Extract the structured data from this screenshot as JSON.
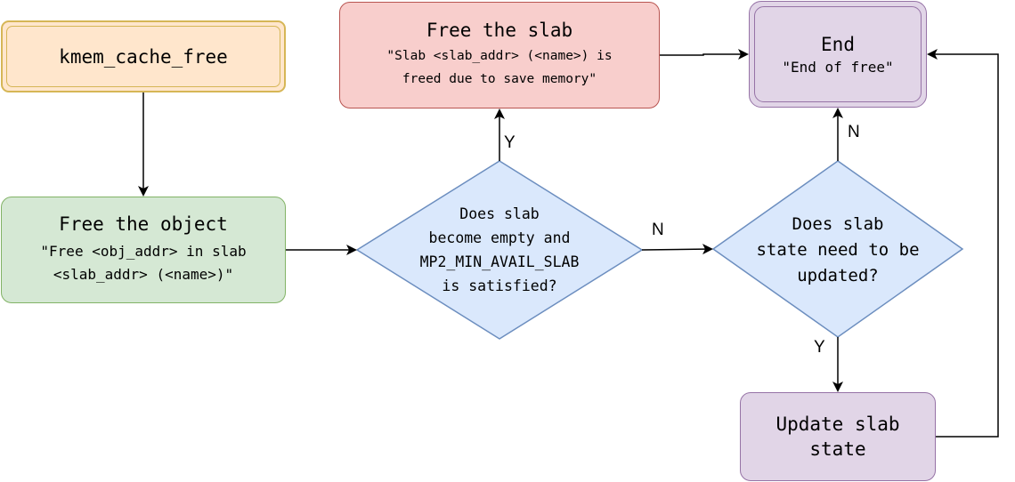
{
  "nodes": {
    "start": {
      "label": "kmem_cache_free"
    },
    "free_object": {
      "title": "Free the object",
      "subtitle_line1": "\"Free <obj_addr> in slab",
      "subtitle_line2": "<slab_addr> (<name>)\""
    },
    "decision_empty": {
      "line1": "Does slab",
      "line2": "become empty and",
      "line3": "MP2_MIN_AVAIL_SLAB",
      "line4": "is satisfied?"
    },
    "free_slab": {
      "title": "Free the slab",
      "subtitle_line1": "\"Slab <slab_addr> (<name>) is",
      "subtitle_line2": "freed due to save memory\""
    },
    "decision_state": {
      "line1": "Does slab",
      "line2": "state need to be",
      "line3": "updated?"
    },
    "update_state": {
      "label": "Update slab state"
    },
    "end": {
      "title": "End",
      "subtitle": "\"End of free\""
    }
  },
  "edge_labels": {
    "empty_yes": "Y",
    "empty_no": "N",
    "state_no": "N",
    "state_yes": "Y"
  },
  "colors": {
    "start_fill": "#ffe6cc",
    "start_stroke": "#d6b656",
    "object_fill": "#d5e8d4",
    "object_stroke": "#82b366",
    "slab_fill": "#f8cecc",
    "slab_stroke": "#b85450",
    "decision_fill": "#dae8fc",
    "decision_stroke": "#6c8ebf",
    "end_fill": "#e1d5e7",
    "end_stroke": "#9673a6"
  }
}
